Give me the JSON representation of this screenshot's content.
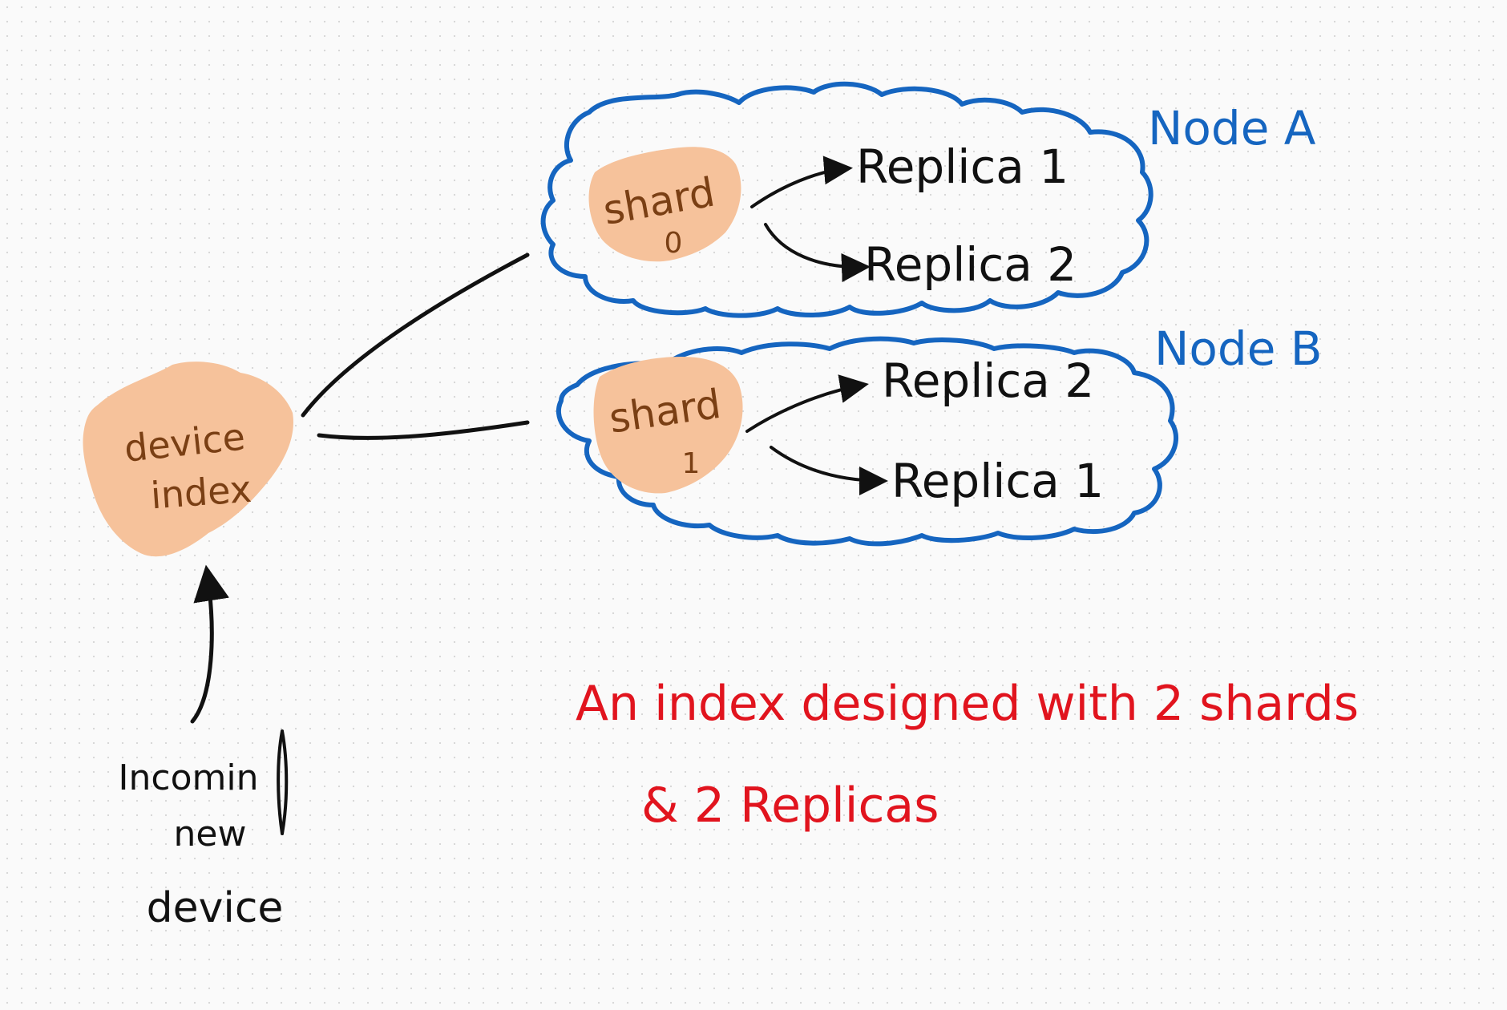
{
  "diagram": {
    "colors": {
      "ink": "#111111",
      "node_outline": "#1565c0",
      "highlight": "#f6c29b",
      "highlight_text": "#7a3f14",
      "note": "#e1141e"
    },
    "index": {
      "line1": "device",
      "line2": "index"
    },
    "incoming": {
      "line1": "Incomin",
      "line2": "new",
      "line3": "device"
    },
    "nodes": [
      {
        "label": "Node A",
        "shard": {
          "line1": "shard",
          "line2": "0"
        },
        "replicas": [
          "Replica 1",
          "Replica 2"
        ]
      },
      {
        "label": "Node B",
        "shard": {
          "line1": "shard",
          "line2": "1"
        },
        "replicas": [
          "Replica 2",
          "Replica 1"
        ]
      }
    ],
    "note": {
      "line1": "An index designed with 2 shards",
      "line2": "& 2 Replicas"
    }
  }
}
